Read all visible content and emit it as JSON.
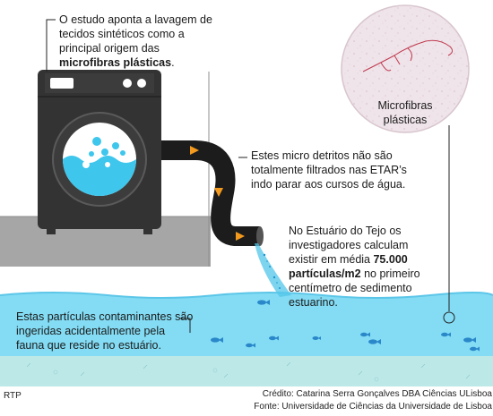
{
  "annotations": {
    "intro": {
      "before": "O estudo aponta a lavagem de tecidos sintéticos como a principal origem das ",
      "bold": "microfibras plásticas",
      "after": "."
    },
    "filter": "Estes micro detritos não são totalmente filtrados nas ETAR’s indo parar aos cursos de água.",
    "estuary": {
      "before": "No Estuário do Tejo os investigadores calculam existir em média ",
      "bold": "75.000 partículas/m2",
      "after": " no primeiro centímetro de sedimento estuarino."
    },
    "fauna": "Estas partículas contaminantes são ingeridas acidentalmente pela fauna que reside no estuário.",
    "magnifier_label": "Microfibras plásticas"
  },
  "footer": {
    "left": "RTP",
    "credit": "Crédito: Catarina Serra Gonçalves DBA Ciências ULisboa",
    "source": "Fonte: Universidade de Ciências da Universidade de Lisboa"
  },
  "colors": {
    "machine": "#333333",
    "machine_panel": "#3c3c3c",
    "floor": "#a6a6a6",
    "water": "#83dcf4",
    "water_surface": "#6bd0ee",
    "sediment": "#bde8e8",
    "pipe": "#1c1c1c",
    "arrow": "#f39a1e",
    "fish": "#2a87c9",
    "magnifier_fill": "#efe4ea",
    "fiber": "#c0394e"
  },
  "icons": {
    "machine": "washing-machine-icon",
    "pipe": "drain-pipe-icon",
    "fish": "fish-icon",
    "magnifier": "magnifier-icon"
  }
}
